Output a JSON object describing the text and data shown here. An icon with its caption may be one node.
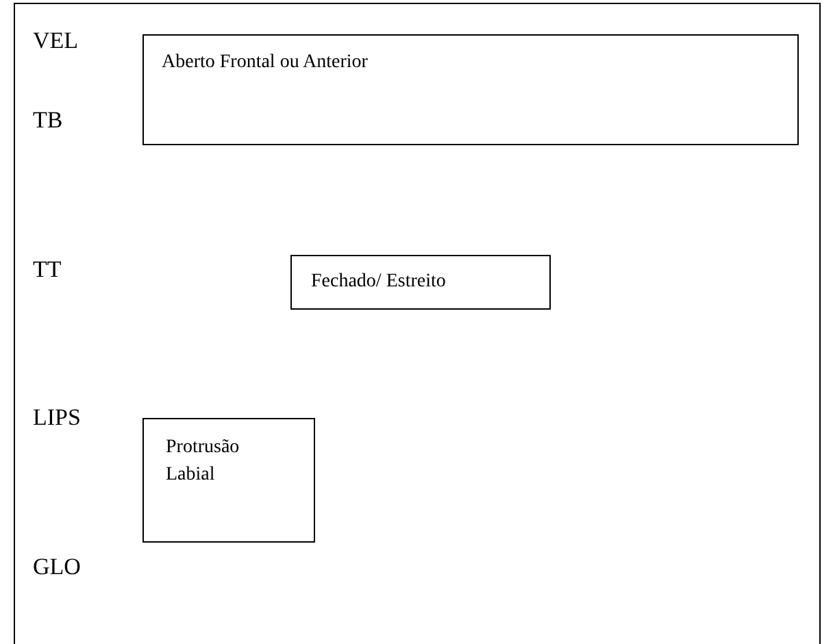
{
  "diagram": {
    "nodes": [
      {
        "text": [
          "Aberto Frontal ou Anterior"
        ]
      },
      {
        "text": [
          "Fechado/ Estreito"
        ]
      },
      {
        "text": [
          "Protrusão Labial"
        ]
      }
    ],
    "labels": [
      "VEL",
      "TB",
      "TT",
      "LIPS",
      "GLO"
    ]
  }
}
